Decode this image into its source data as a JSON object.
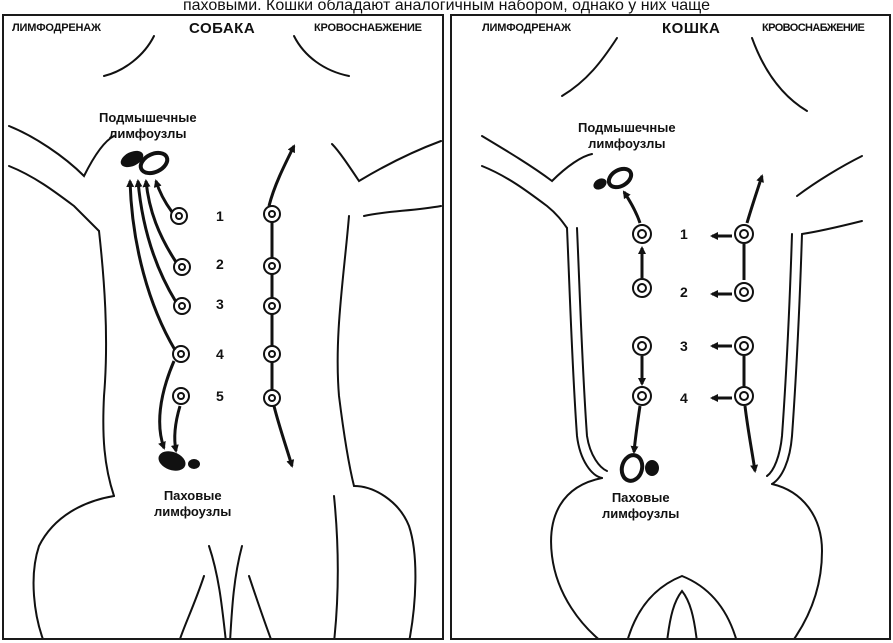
{
  "caption": "паховыми. Кошки обладают аналогичным набором, однако у них чаще",
  "dog": {
    "left_header": "ЛИМФОДРЕНАЖ",
    "title": "СОБАКА",
    "right_header": "КРОВОСНАБЖЕНИЕ",
    "axillary_line1": "Подмышечные",
    "axillary_line2": "лимфоузлы",
    "inguinal_line1": "Паховые",
    "inguinal_line2": "лимфоузлы",
    "numbers": [
      "1",
      "2",
      "3",
      "4",
      "5"
    ]
  },
  "cat": {
    "left_header": "ЛИМФОДРЕНАЖ",
    "title": "КОШКА",
    "right_header": "КРОВОСНАБЖЕНИЕ",
    "axillary_line1": "Подмышечные",
    "axillary_line2": "лимфоузлы",
    "inguinal_line1": "Паховые",
    "inguinal_line2": "лимфоузлы",
    "numbers": [
      "1",
      "2",
      "3",
      "4"
    ]
  }
}
